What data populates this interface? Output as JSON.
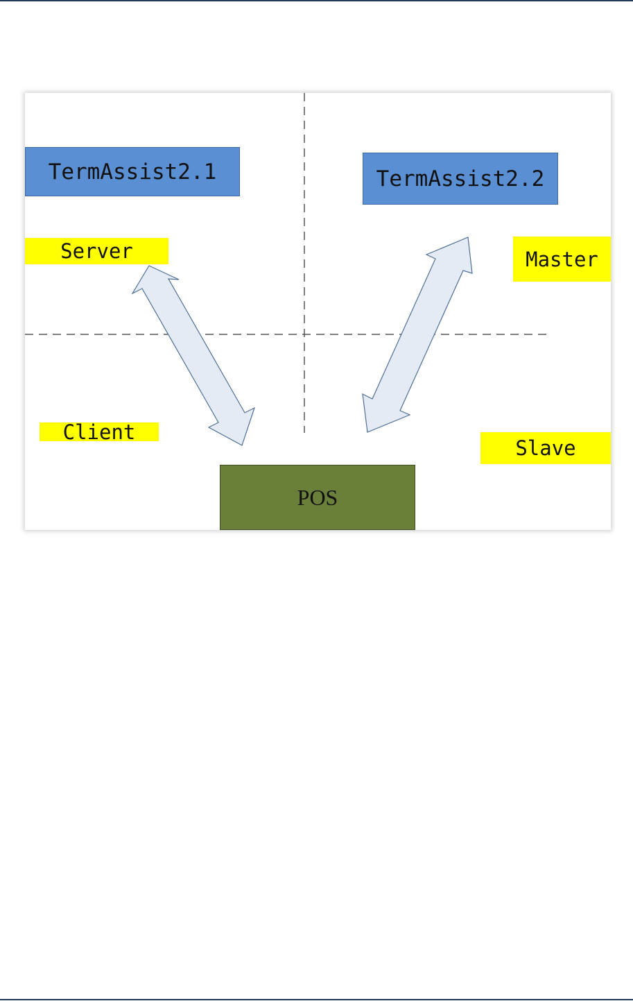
{
  "diagram": {
    "nodes": {
      "termassist_21": "TermAssist2.1",
      "termassist_22": "TermAssist2.2",
      "pos": "POS"
    },
    "roles": {
      "server": "Server",
      "client": "Client",
      "master": "Master",
      "slave": "Slave"
    },
    "connections": [
      {
        "from": "TermAssist2.1",
        "to": "POS",
        "style": "double-arrow"
      },
      {
        "from": "TermAssist2.2",
        "to": "POS",
        "style": "double-arrow"
      }
    ]
  },
  "colors": {
    "node_blue": "#5b8fd3",
    "node_green": "#6a7f3a",
    "role_highlight": "#ffff00",
    "arrow_fill": "#e4ebf5",
    "arrow_stroke": "#4f6f95",
    "rule": "#1f3a5a"
  }
}
